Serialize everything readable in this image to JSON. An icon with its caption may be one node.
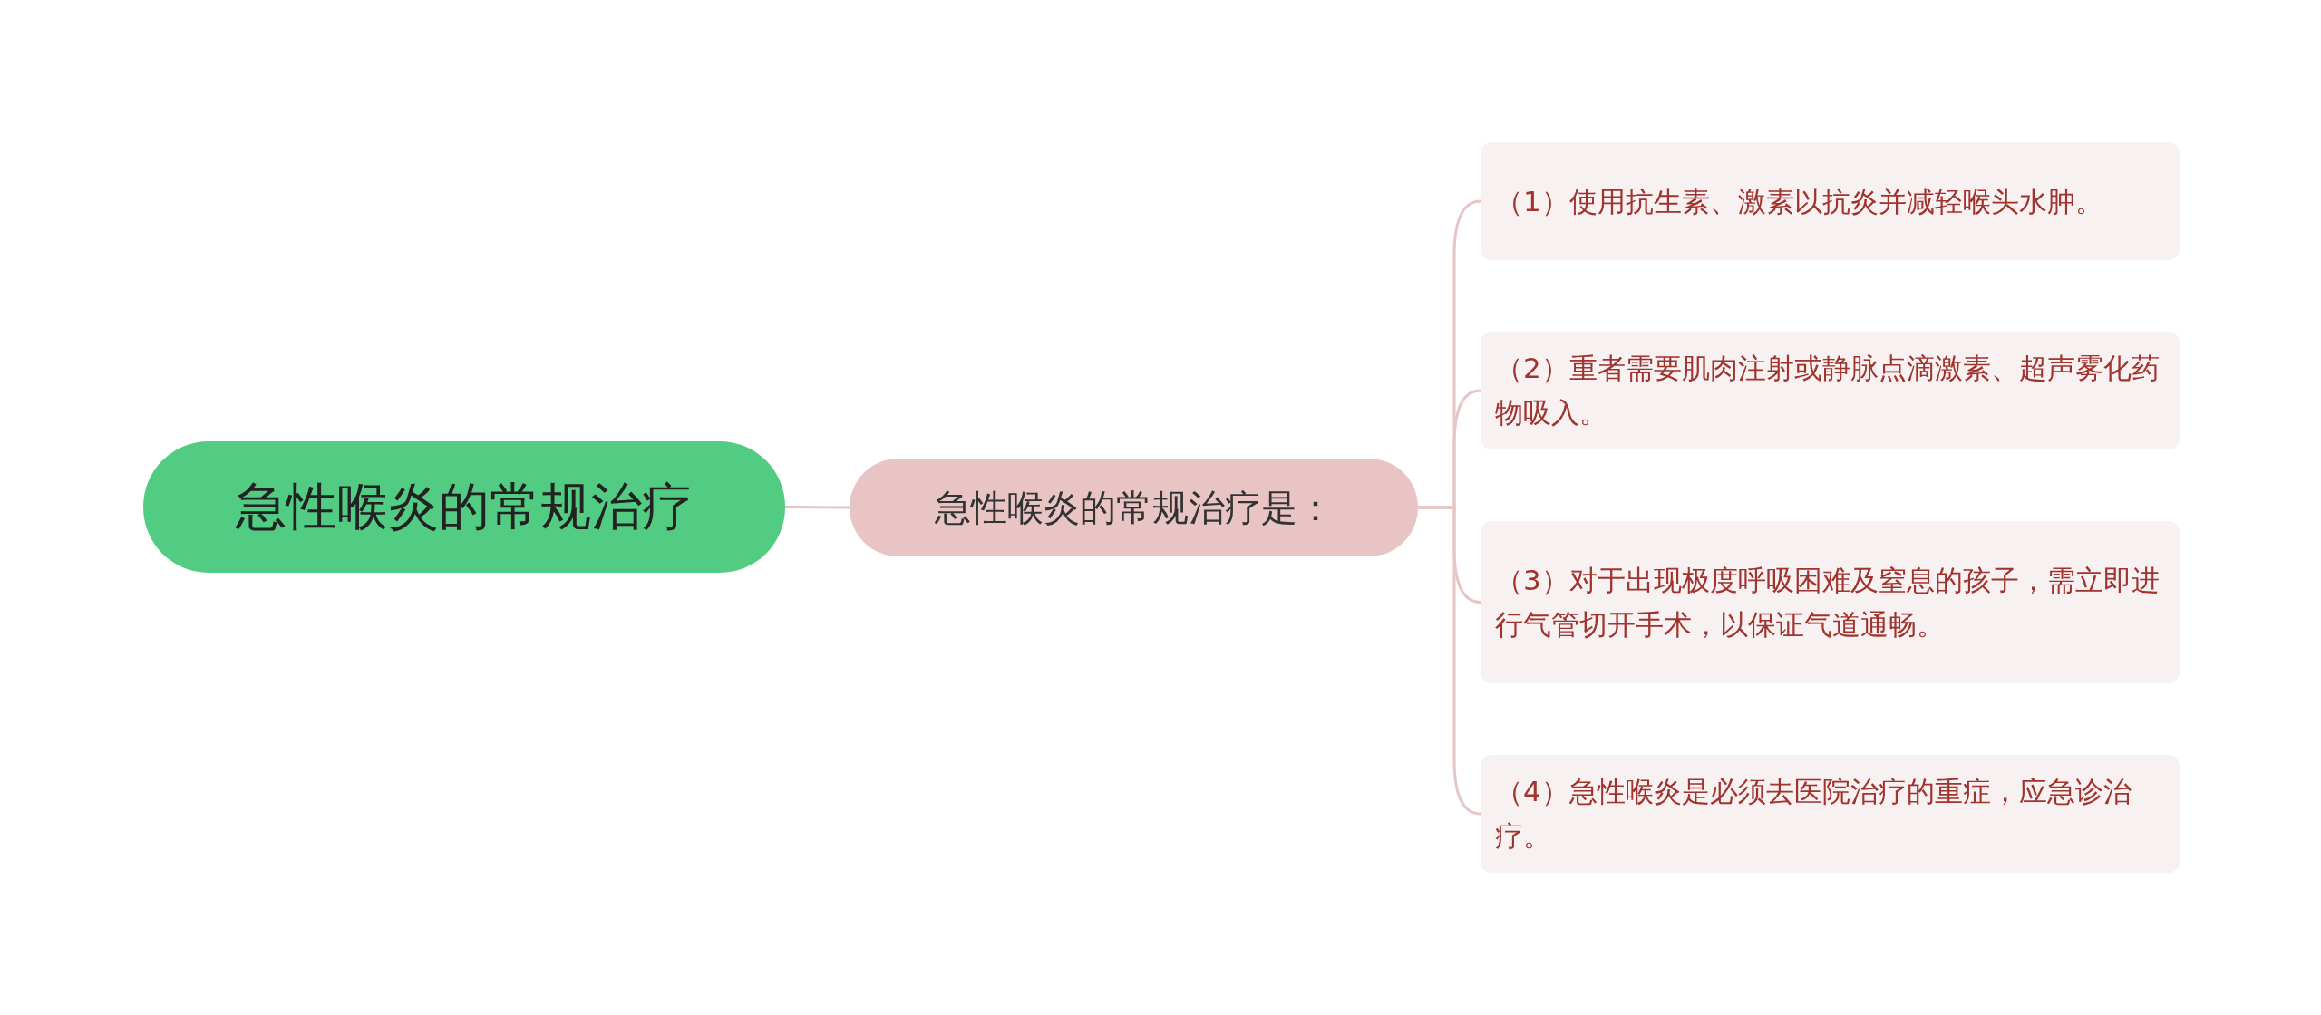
{
  "diagram": {
    "nodes": [
      {
        "text": [
          "急性喉炎的常规治疗"
        ]
      },
      {
        "text": [
          "急性喉炎的常规治疗是："
        ]
      },
      {
        "text": [
          "（1）使用抗生素、激素以抗炎并减轻喉头水肿。"
        ]
      },
      {
        "text": [
          "（2）重者需要肌肉注射或静脉点滴激素、超声雾化药物吸入。"
        ]
      },
      {
        "text": [
          "（3）对于出现极度呼吸困难及窒息的孩子，需立即进行气管切开手术，以保证气道通畅。"
        ]
      },
      {
        "text": [
          "（4）急性喉炎是必须去医院治疗的重症，应急诊治疗。"
        ]
      }
    ],
    "edges": [
      {
        "from": 0,
        "to": 1,
        "arrow": "none"
      },
      {
        "from": 1,
        "to": 2,
        "arrow": "none"
      },
      {
        "from": 1,
        "to": 3,
        "arrow": "none"
      },
      {
        "from": 1,
        "to": 4,
        "arrow": "none"
      },
      {
        "from": 1,
        "to": 5,
        "arrow": "none"
      }
    ]
  }
}
